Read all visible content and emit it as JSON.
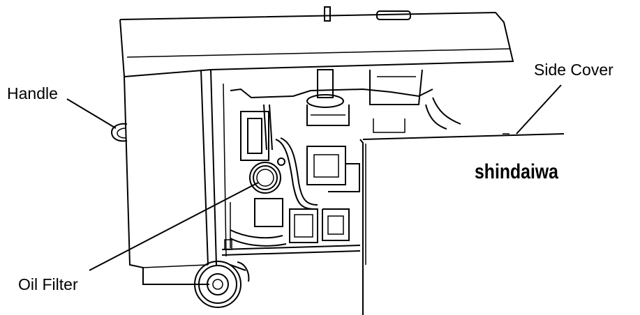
{
  "labels": {
    "handle": "Handle",
    "side_cover": "Side Cover",
    "oil_filter": "Oil Filter"
  },
  "brand": {
    "logo_text": "shindaiwa"
  },
  "colors": {
    "ink": "#000000",
    "background": "#ffffff"
  }
}
